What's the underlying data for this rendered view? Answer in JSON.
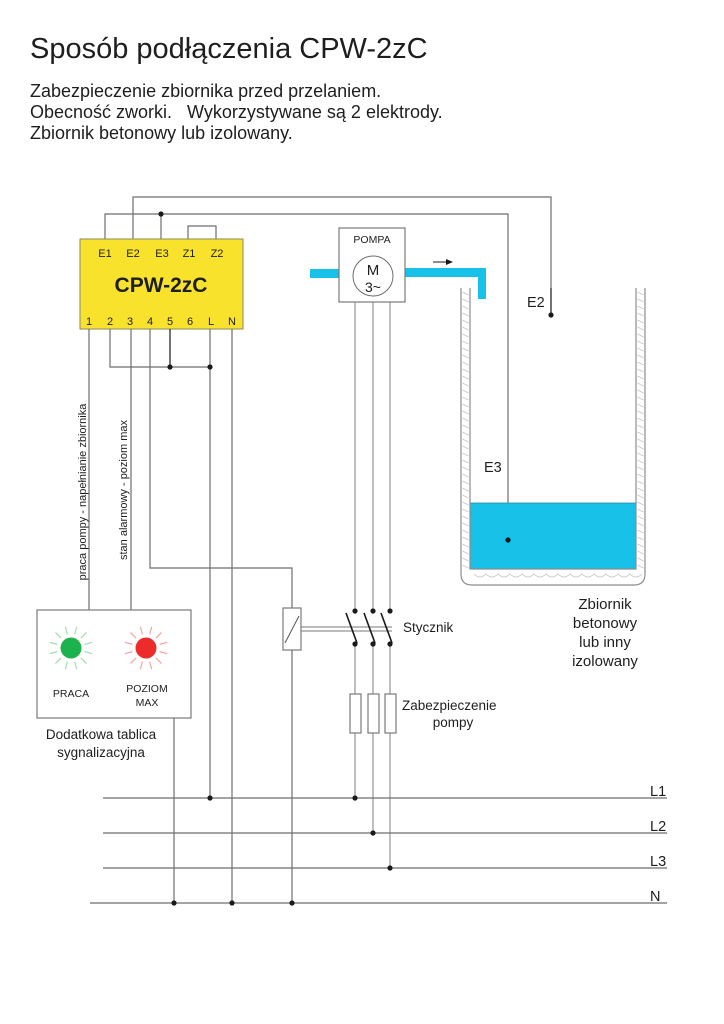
{
  "header": {
    "title": "Sposób podłączenia CPW-2zC",
    "description": [
      "Zabezpieczenie zbiornika przed przelaniem.",
      "Obecność zworki.   Wykorzystywane są 2 elektrody.",
      "Zbiornik betonowy lub izolowany."
    ]
  },
  "controller": {
    "name": "CPW-2zC",
    "color": "#f8e22c",
    "top_terminals": [
      "E1",
      "E2",
      "E3",
      "Z1",
      "Z2"
    ],
    "bottom_terminals": [
      "1",
      "2",
      "3",
      "4",
      "5",
      "6",
      "L",
      "N"
    ]
  },
  "pump": {
    "label": "POMPA",
    "motor_symbol": "M",
    "motor_phase": "3~",
    "pipe_color": "#17c1e7",
    "flow_direction": "right"
  },
  "tank": {
    "electrodes": [
      "E2",
      "E3"
    ],
    "label": [
      "Zbiornik",
      "betonowy",
      "lub inny",
      "izolowany"
    ],
    "water_color": "#17c1e7"
  },
  "wire_labels": {
    "pump_work": "praca pompy - napełnianie zbiornika",
    "alarm": "stan alarmowy - poziom max"
  },
  "signal_panel": {
    "indicators": [
      {
        "label": [
          "PRACA"
        ],
        "color": "#1db24b",
        "ray_color": "#9fdfaa"
      },
      {
        "label": [
          "POZIOM",
          "MAX"
        ],
        "color": "#ee2b2b",
        "ray_color": "#f5a3a3"
      }
    ],
    "caption": [
      "Dodatkowa tablica",
      "sygnalizacyjna"
    ]
  },
  "contactor": {
    "label": "Stycznik"
  },
  "fuses": {
    "label": [
      "Zabezpieczenie",
      "pompy"
    ]
  },
  "supply_lines": [
    "L1",
    "L2",
    "L3",
    "N"
  ]
}
